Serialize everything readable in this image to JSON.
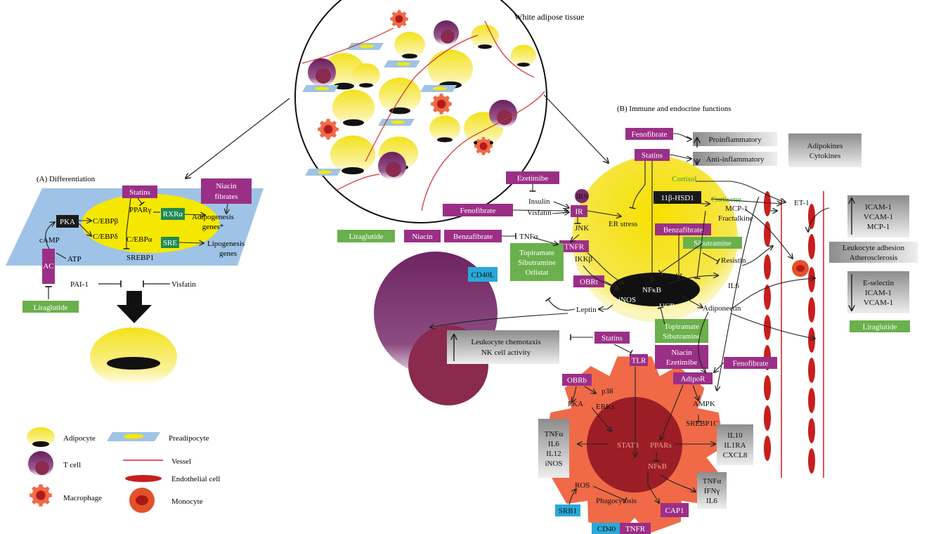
{
  "title": "White adipose tissue",
  "sections": {
    "a": "(A) Differentiation",
    "b": "(B) Immune and endocrine functions"
  },
  "differentiation": {
    "drug_statins": "Statins",
    "drug_niacin_fibrates": [
      "Niacin",
      "fibrates"
    ],
    "drug_liraglutide": "Liraglutide",
    "pka": "PKA",
    "ac": "AC",
    "camp": "cAMP",
    "atp": "ATP",
    "cebpb": "C/EBPβ",
    "cebpd": "C/EBPδ",
    "ppar": "PPARγ",
    "cebpa": "C/EBPα",
    "rxr": "RXRα",
    "sre": "SRE",
    "srebp1": "SREBP1",
    "adipogenesis": [
      "Adipogenesis",
      "genes*"
    ],
    "lipogenesis": [
      "Lipogenesis",
      "genes"
    ],
    "pai1": "PAI-1",
    "visfatin": "Visfatin"
  },
  "immune": {
    "fenofibrate": "Fenofibrate",
    "statins": "Statins",
    "ezetimibe": "Ezetimibe",
    "liraglutide": "Liraglutide",
    "niacin": "Niacin",
    "benzafibrate": "Benzafibrate",
    "proinflammatory": "Proinflammatory",
    "anti_inflammatory": "Anti-inflammatory",
    "adipokines": [
      "Adipokines",
      "Cytokines"
    ],
    "cortisol": "Cortisol",
    "cortisone": "Cortisone",
    "hsd1": "11β-HSD1",
    "irs": "IRS",
    "ir": "IR",
    "insulin": "Insulin",
    "visfatin": "Visfatin",
    "jnk": "JNK",
    "er_stress": "ER stress",
    "tnfa": "TNFα",
    "tnfr": "TNFR",
    "ikkb": "IKKβ",
    "benzafibrate2": "Benzafibrate",
    "sibutramine": "Sibutramine",
    "resistin": "Resistin",
    "mcp1": "MCP-1",
    "fractalkine": "Fractalkine",
    "obrt": "OBRt",
    "nfkb": "NFκB",
    "inos": "iNOS",
    "ucp": "UCP",
    "il6": "IL6",
    "leptin": "Leptin",
    "adiponectin": "Adiponectin",
    "et1": "ET-1",
    "topi_group": [
      "Topiramate",
      "Sibutramine",
      "Orlistat"
    ],
    "topi_group2": [
      "Topiramate",
      "Sibutramine"
    ],
    "niacin_ezetimibe": [
      "Niacin",
      "Ezetimibe"
    ],
    "fenofibrate2": "Fenofibrate",
    "cd40l": "CD40L",
    "statins2": "Statins",
    "leukocyte_box": [
      "Leukocyte chemotaxis",
      "NK cell activity"
    ]
  },
  "macrophage": {
    "tlr": "TLR",
    "obrb": "OBRb",
    "adipor": "AdipoR",
    "pka": "PKA",
    "p38": "p38",
    "erks": "ERKs",
    "ampk": "AMPK",
    "srebp1c": "SREBP1C",
    "stat3": "STAT3",
    "ppars": "PPARs",
    "nfkb": "NFκB",
    "ros": "ROS",
    "phagocytosis": "Phagocytosis",
    "srb1": "SRB1",
    "cd40": "CD40",
    "cap1": "CAP1",
    "tnfr": "TNFR",
    "out_left": [
      "TNFα",
      "IL6",
      "IL12",
      "iNOS"
    ],
    "out_right": [
      "IL10",
      "IL1RA",
      "CXCL8"
    ],
    "out_bottom": [
      "TNFα",
      "IFNγ",
      "IL6"
    ]
  },
  "vessel": {
    "box1": [
      "ICAM-1",
      "VCAM-1",
      "MCP-1"
    ],
    "box2": [
      "Leukocyte adhesion",
      "Atherosclerosis"
    ],
    "box3": [
      "E-selectin",
      "ICAM-1",
      "VCAM-1"
    ],
    "liraglutide": "Liraglutide"
  },
  "legend": {
    "adipocyte": "Adipocyte",
    "preadipocyte": "Preadipocyte",
    "tcell": "T cell",
    "vessel": "Vessel",
    "endothelial": "Endothelial cell",
    "macrophage": "Macrophage",
    "monocyte": "Monocyte"
  },
  "colors": {
    "purple": "#9b2f86",
    "green": "#6ab04c",
    "black_box": "#1a1a1a",
    "blue_plate": "#9fc3e6",
    "yellow": "#f7e600",
    "macrophage": "#f06a48",
    "tcell": "#7c2c6c",
    "vessel_red": "#d62828",
    "gray_box": "#b7b7b7",
    "cyan": "#2aa8d8"
  }
}
